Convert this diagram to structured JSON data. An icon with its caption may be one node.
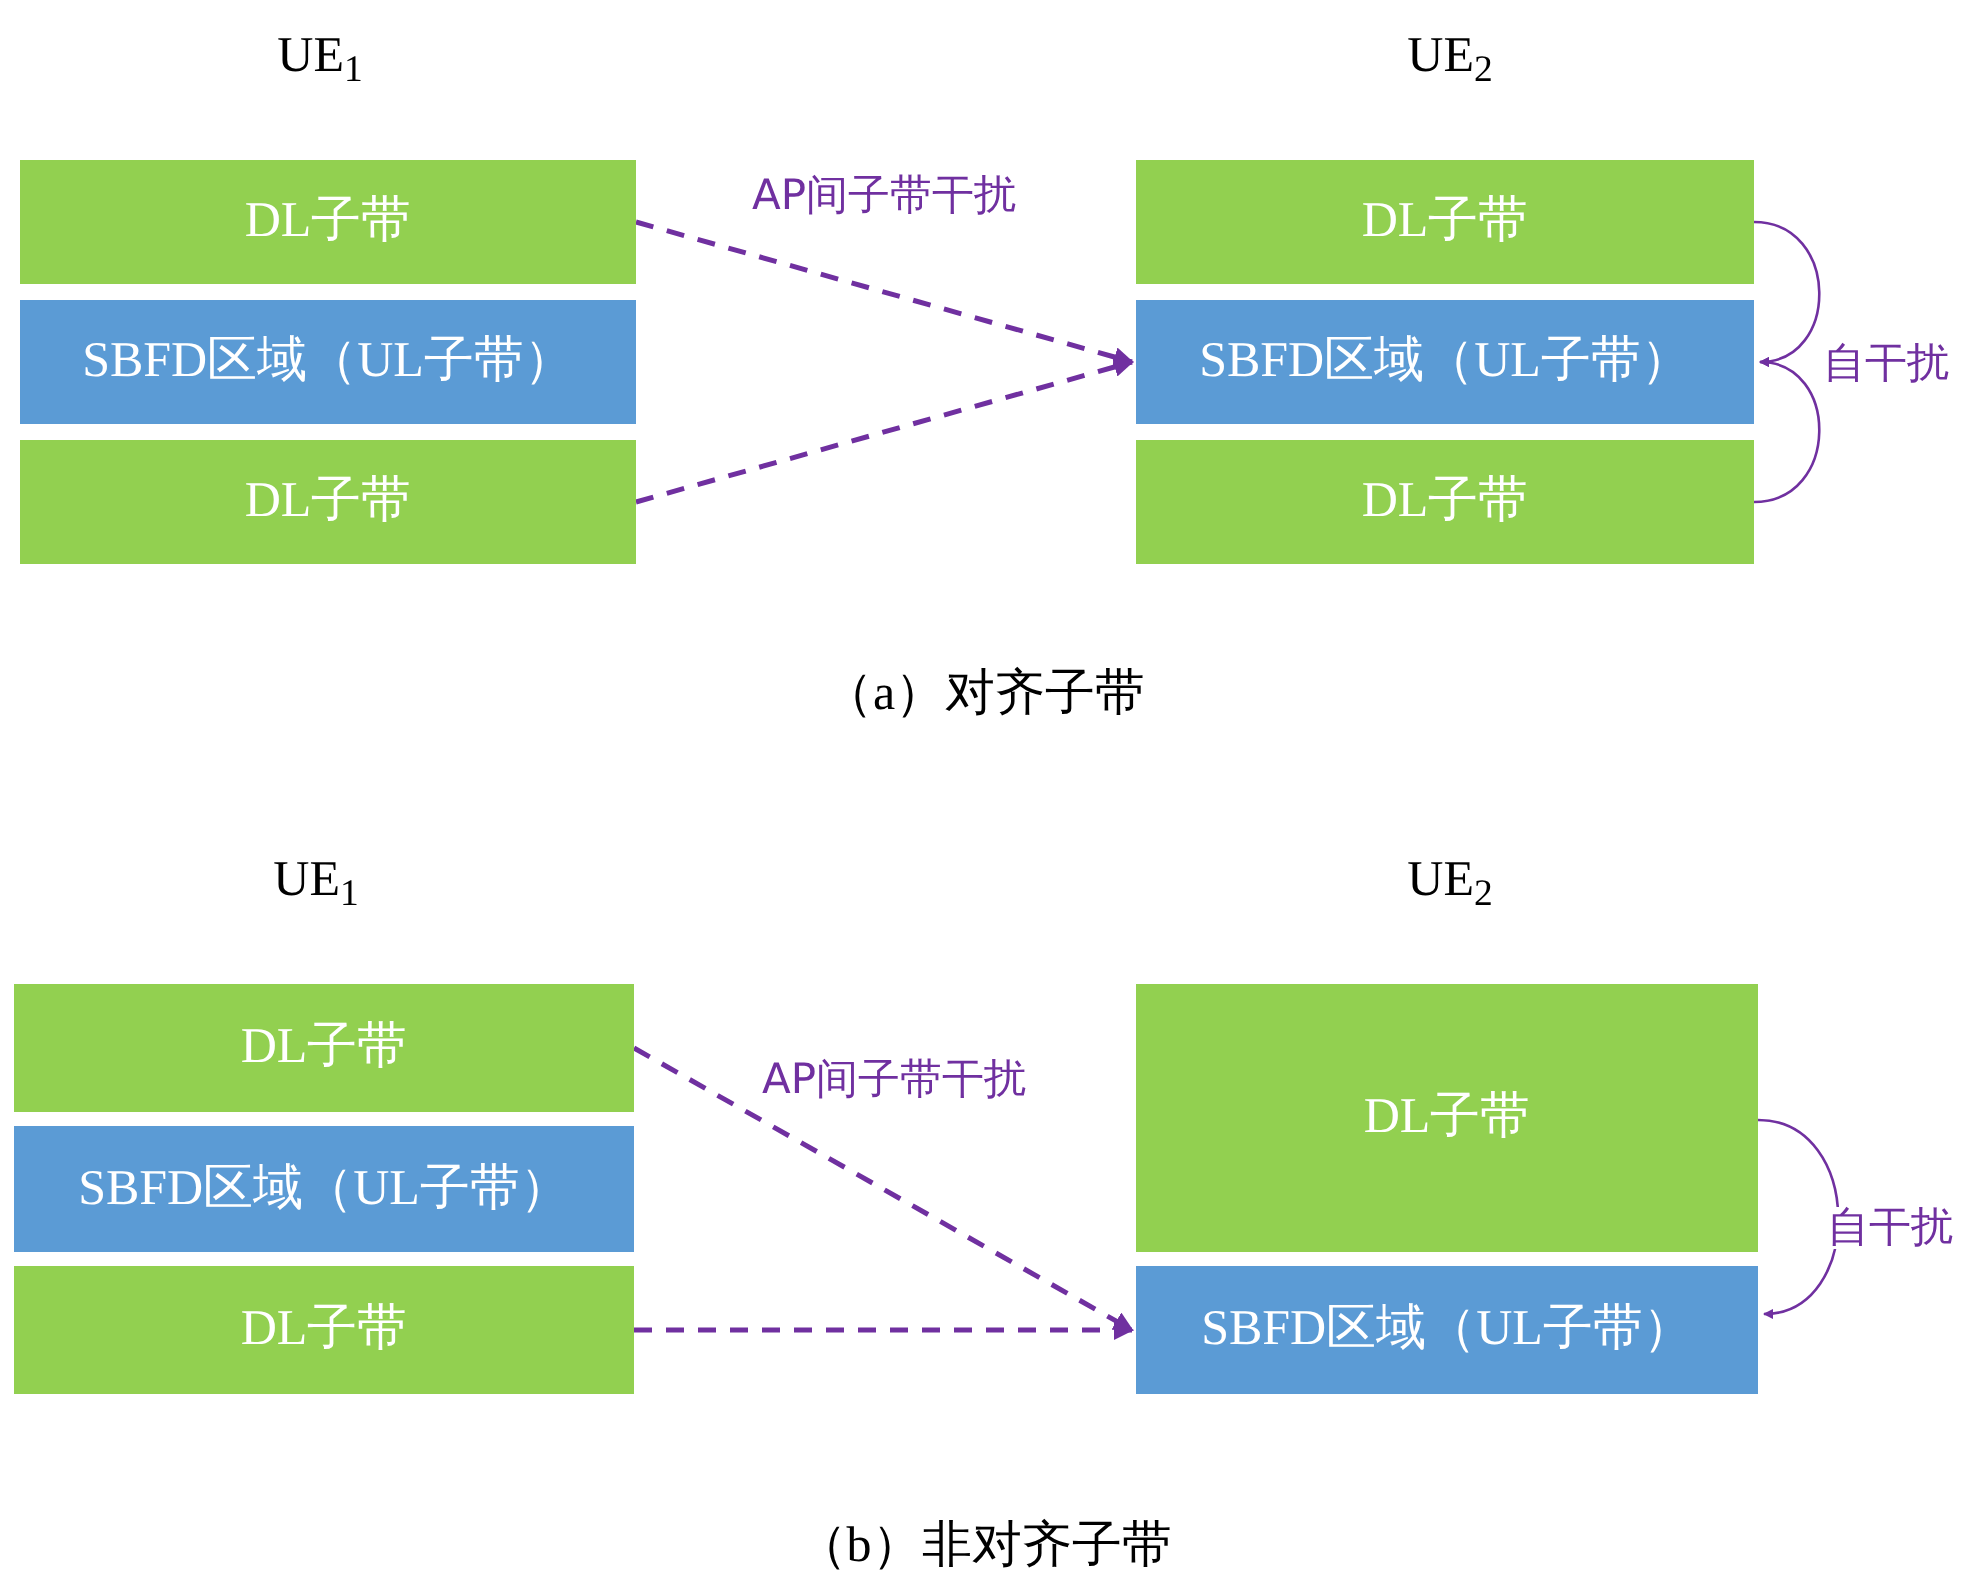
{
  "diagram": {
    "nodes": [
      {
        "text": [
          "DL子带"
        ]
      },
      {
        "text": [
          "SBFD区域（UL子带）"
        ]
      },
      {
        "text": [
          "DL子带"
        ]
      },
      {
        "text": [
          "DL子带"
        ]
      },
      {
        "text": [
          "SBFD区域（UL子带）"
        ]
      },
      {
        "text": [
          "DL子带"
        ]
      },
      {
        "text": [
          "DL子带"
        ]
      },
      {
        "text": [
          "SBFD区域（UL子带）"
        ]
      },
      {
        "text": [
          "DL子带"
        ]
      },
      {
        "text": [
          "DL子带"
        ]
      },
      {
        "text": [
          "SBFD区域（UL子带）"
        ]
      }
    ],
    "edges": [
      {
        "from": 0,
        "to": 4,
        "arrow": "to",
        "style": "dashed",
        "label": "AP间子带干扰"
      },
      {
        "from": 2,
        "to": 4,
        "arrow": "to",
        "style": "dashed"
      },
      {
        "from": 3,
        "to": 4,
        "arrow": "to",
        "label": "自干扰"
      },
      {
        "from": 5,
        "to": 4,
        "arrow": "to"
      },
      {
        "from": 6,
        "to": 10,
        "arrow": "to",
        "style": "dashed",
        "label": "AP间子带干扰"
      },
      {
        "from": 8,
        "to": 10,
        "arrow": "to",
        "style": "dashed"
      },
      {
        "from": 9,
        "to": 10,
        "arrow": "to",
        "label": "自干扰"
      }
    ],
    "labels": [
      "UE$_{1}$",
      "UE$_{2}$",
      "（a）对齐子带",
      "UE$_{1}$",
      "UE$_{2}$",
      "（b）非对齐子带"
    ]
  }
}
